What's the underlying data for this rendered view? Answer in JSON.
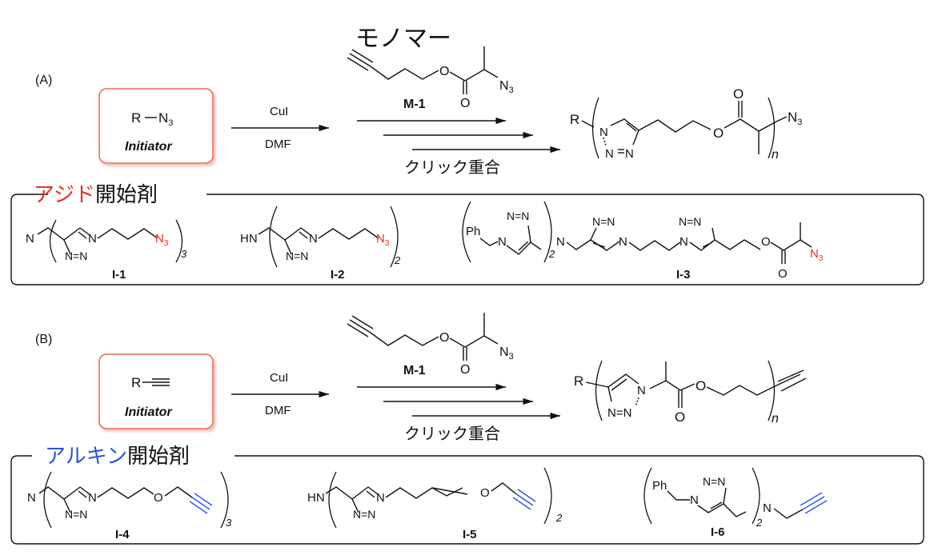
{
  "colors": {
    "azide": "#e8321e",
    "alkyne": "#2a56d8",
    "initiator_box": "#ee6a55",
    "text": "#111111"
  },
  "header": {
    "monomer_title": "モノマー"
  },
  "panel_a": {
    "label": "(A)",
    "initiator": {
      "formula_r": "R",
      "formula_group": "N",
      "formula_sub": "3",
      "caption": "Initiator"
    },
    "step1": {
      "reagent_top": "CuI",
      "reagent_bottom": "DMF"
    },
    "monomer": {
      "id": "M-1",
      "o_label": "O",
      "carbonyl_o": "O",
      "n3": "N",
      "n3_sub": "3"
    },
    "step2_label": "クリック重合",
    "product": {
      "r": "R",
      "n1": "N",
      "n2": "N",
      "n3": "N",
      "o_ester": "O",
      "o_carbonyl": "O",
      "end": "N",
      "end_sub": "3",
      "repeat": "n"
    },
    "section": {
      "title_colored": "アジド",
      "title_rest": "開始剤",
      "compounds": [
        {
          "id": "I-1",
          "core": "N",
          "n1": "N",
          "n2": "N",
          "n3": "N",
          "end": "N",
          "end_sub": "3",
          "count": "3"
        },
        {
          "id": "I-2",
          "core": "HN",
          "n1": "N",
          "n2": "N",
          "n3": "N",
          "end": "N",
          "end_sub": "3",
          "count": "2"
        },
        {
          "id": "I-3",
          "ph": "Ph",
          "count": "2",
          "n": "N",
          "o_ester": "O",
          "o_carbonyl": "O",
          "end": "N",
          "end_sub": "3",
          "tri_n": "N",
          "tri_nn": "N=N"
        }
      ]
    }
  },
  "panel_b": {
    "label": "(B)",
    "initiator": {
      "formula_r": "R",
      "caption": "Initiator"
    },
    "step1": {
      "reagent_top": "CuI",
      "reagent_bottom": "DMF"
    },
    "monomer": {
      "id": "M-1",
      "o_label": "O",
      "carbonyl_o": "O",
      "n3": "N",
      "n3_sub": "3"
    },
    "step2_label": "クリック重合",
    "product": {
      "r": "R",
      "n1": "N",
      "nn": "N=N",
      "o_ester": "O",
      "o_carbonyl": "O",
      "repeat": "n"
    },
    "section": {
      "title_colored": "アルキン",
      "title_rest": "開始剤",
      "compounds": [
        {
          "id": "I-4",
          "core": "N",
          "n1": "N",
          "nn": "N=N",
          "o": "O",
          "count": "3"
        },
        {
          "id": "I-5",
          "core": "HN",
          "n1": "N",
          "nn": "N=N",
          "o": "O",
          "count": "2"
        },
        {
          "id": "I-6",
          "ph": "Ph",
          "n1": "N",
          "nn": "N=N",
          "amine": "N",
          "count": "2"
        }
      ]
    }
  }
}
